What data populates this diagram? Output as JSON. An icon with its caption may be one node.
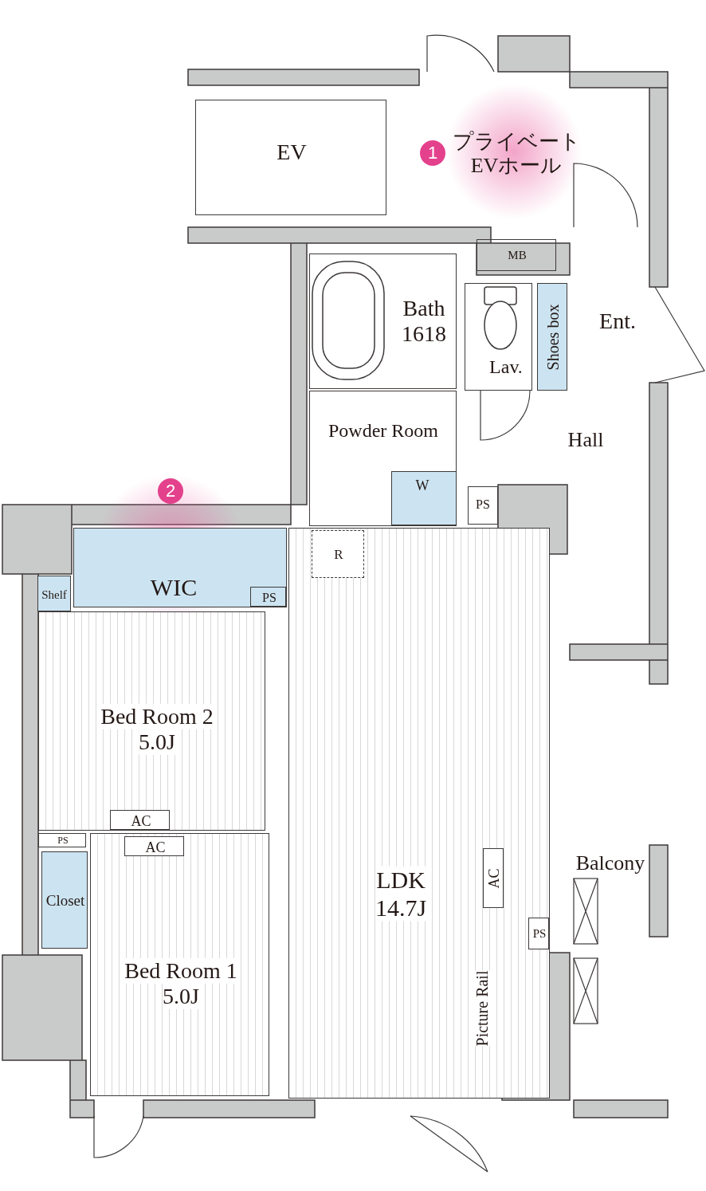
{
  "diagram": {
    "nodes": [
      {
        "text": [
          "EV"
        ]
      },
      {
        "text": [
          "プライベートEVホール"
        ]
      },
      {
        "text": [
          "MB"
        ]
      },
      {
        "text": [
          "Bath",
          "1618"
        ]
      },
      {
        "text": [
          "Lav."
        ]
      },
      {
        "text": [
          "Shoes box"
        ]
      },
      {
        "text": [
          "Ent."
        ]
      },
      {
        "text": [
          "Powder Room"
        ]
      },
      {
        "text": [
          "Hall"
        ]
      },
      {
        "text": [
          "W"
        ],
        "in": 7
      },
      {
        "text": [
          "PS"
        ]
      },
      {
        "text": [
          "R"
        ],
        "in": 21
      },
      {
        "text": [
          "WIC"
        ]
      },
      {
        "text": [
          "PS"
        ],
        "in": 12
      },
      {
        "text": [
          "Shelf"
        ]
      },
      {
        "text": [
          "Bed Room 2",
          "5.0J"
        ]
      },
      {
        "text": [
          "AC"
        ],
        "in": 15
      },
      {
        "text": [
          "PS"
        ]
      },
      {
        "text": [
          "Bed Room 1",
          "5.0J"
        ]
      },
      {
        "text": [
          "AC"
        ],
        "in": 18
      },
      {
        "text": [
          "Closet"
        ]
      },
      {
        "text": [
          "LDK",
          "14.7J"
        ]
      },
      {
        "text": [
          "AC"
        ],
        "in": 21
      },
      {
        "text": [
          "PS"
        ],
        "in": 21
      },
      {
        "text": [
          "Balcony"
        ]
      }
    ],
    "labels": [
      "1",
      "2",
      "Picture Rail"
    ]
  }
}
